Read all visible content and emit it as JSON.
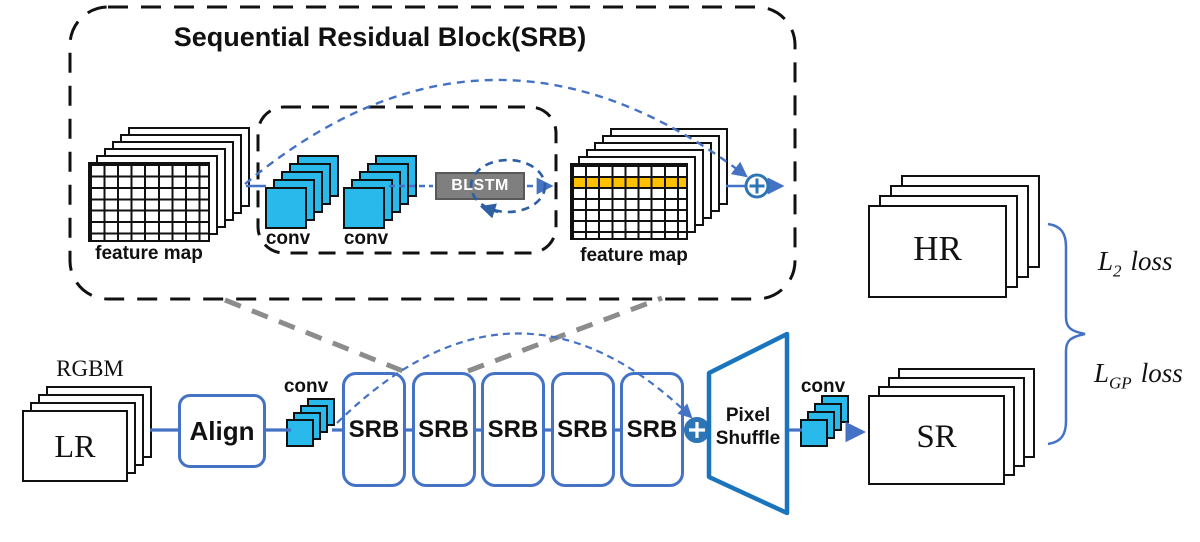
{
  "srb_detail": {
    "title": "Sequential Residual Block(SRB)",
    "input_feature_map_label": "feature map",
    "output_feature_map_label": "feature map",
    "conv_labels": [
      "conv",
      "conv"
    ],
    "blstm_label": "BLSTM"
  },
  "pipeline": {
    "input_format_label": "RGBM",
    "input_label": "LR",
    "align_label": "Align",
    "conv_in_label": "conv",
    "srb_blocks": [
      {
        "label": "SRB"
      },
      {
        "label": "SRB"
      },
      {
        "label": "SRB"
      },
      {
        "label": "SRB"
      },
      {
        "label": "SRB"
      }
    ],
    "pixel_shuffle_label": "Pixel Shuffle",
    "conv_out_label": "conv",
    "output_label": "SR"
  },
  "reference": {
    "hr_label": "HR"
  },
  "losses": {
    "l2": {
      "symbol": "L",
      "subscript": "2",
      "word": "loss"
    },
    "lgp": {
      "symbol": "L",
      "subscript": "GP",
      "word": "loss"
    }
  },
  "colors": {
    "flow_blue": "#4472C4",
    "deep_blue": "#1B75BC",
    "conv_cyan": "#29B9EA",
    "highlight_yellow": "#FFC000",
    "blstm_gray": "#7F7F7F",
    "zoom_guide_gray": "#8C8C8C"
  }
}
